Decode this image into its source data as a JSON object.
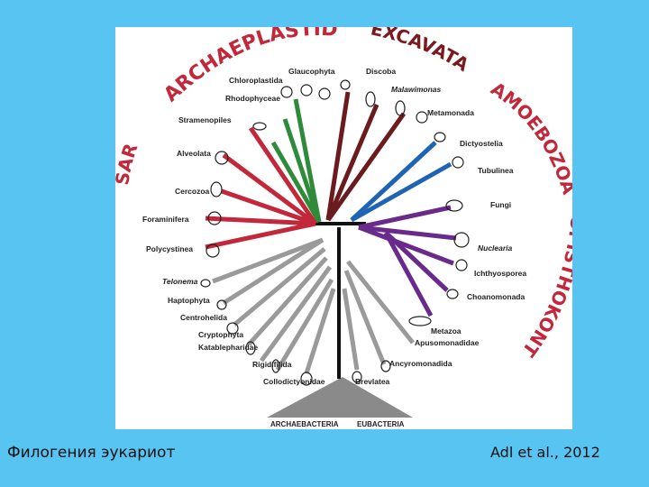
{
  "supergroups": [
    {
      "key": "arch",
      "text": "ARCHAEPLASTIDA",
      "color": "#c2273a"
    },
    {
      "key": "exc",
      "text": "EXCAVATA",
      "color": "#7a1a1e"
    },
    {
      "key": "amo",
      "text": "AMOEBOZOA",
      "color": "#c2273a"
    },
    {
      "key": "opi",
      "text": "OPISTHOKONTA",
      "color": "#c2273a"
    },
    {
      "key": "sar",
      "text": "SAR",
      "color": "#c2273a"
    }
  ],
  "groups": [
    {
      "key": "glaucophyta",
      "text": "Glaucophyta"
    },
    {
      "key": "chloroplastida",
      "text": "Chloroplastida"
    },
    {
      "key": "rhodophyceae",
      "text": "Rhodophyceae"
    },
    {
      "key": "stramenopiles",
      "text": "Stramenopiles"
    },
    {
      "key": "alveolata",
      "text": "Alveolata"
    },
    {
      "key": "cercozoa",
      "text": "Cercozoa"
    },
    {
      "key": "foraminifera",
      "text": "Foraminifera"
    },
    {
      "key": "polycystinea",
      "text": "Polycystinea"
    },
    {
      "key": "telonema",
      "text": "Telonema"
    },
    {
      "key": "haptophyta",
      "text": "Haptophyta"
    },
    {
      "key": "centrohelida",
      "text": "Centrohelida"
    },
    {
      "key": "cryptophyta",
      "text": "Cryptophyta"
    },
    {
      "key": "katablepharidae",
      "text": "Katablepharidae"
    },
    {
      "key": "rigidifilida",
      "text": "Rigidifilida"
    },
    {
      "key": "collodictyonidae",
      "text": "Collodictyonidae"
    },
    {
      "key": "brevlatea",
      "text": "Brevlatea"
    },
    {
      "key": "ancyromonadida",
      "text": "Ancyromonadida"
    },
    {
      "key": "apusomonadidae",
      "text": "Apusomonadidae"
    },
    {
      "key": "metazoa",
      "text": "Metazoa"
    },
    {
      "key": "choanomonada",
      "text": "Choanomonada"
    },
    {
      "key": "ichthyosporea",
      "text": "Ichthyosporea"
    },
    {
      "key": "nuclearia",
      "text": "Nuclearia"
    },
    {
      "key": "fungi",
      "text": "Fungi"
    },
    {
      "key": "tubulinea",
      "text": "Tubulinea"
    },
    {
      "key": "dictyostelia",
      "text": "Dictyostelia"
    },
    {
      "key": "metamonada",
      "text": "Metamonada"
    },
    {
      "key": "malawimonas",
      "text": "Malawimonas"
    },
    {
      "key": "discoba",
      "text": "Discoba"
    }
  ],
  "base": {
    "archaebacteria": "ARCHAEBACTERIA",
    "eubacteria": "EUBACTERIA"
  },
  "colors": {
    "archaeplastida_branch": "#2e8b3a",
    "excavata_branch": "#6b1a1e",
    "amoebozoa_branch": "#1e63b4",
    "opisthokonta_branch": "#6a2a8c",
    "sar_branch": "#c2273a",
    "other_branch": "#9a9a9a",
    "trunk": "#111111"
  },
  "captions": {
    "left": "Филогения эукариот",
    "right": "Adl et al., 2012"
  }
}
